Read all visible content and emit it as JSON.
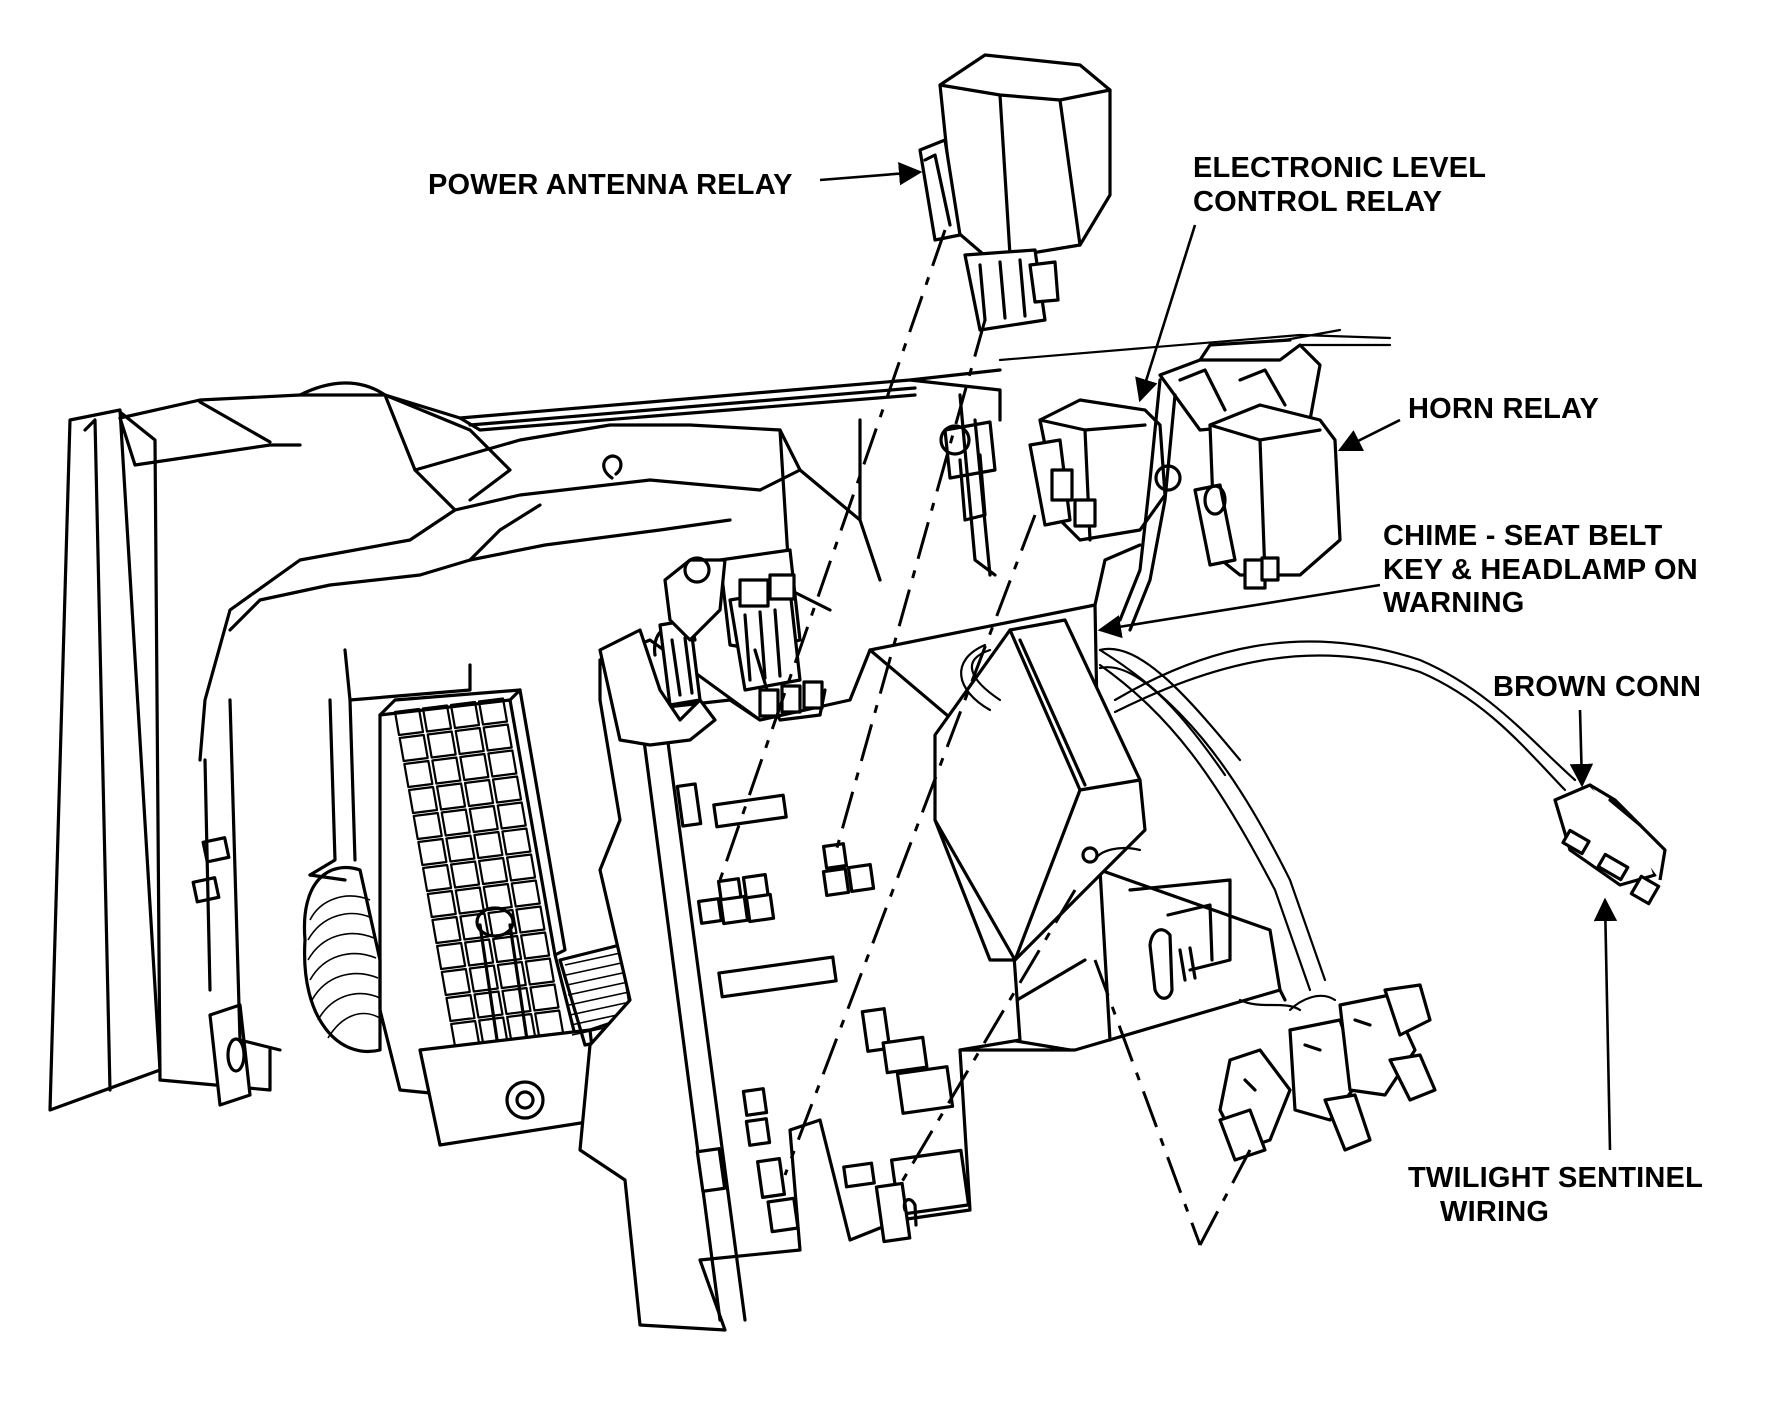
{
  "labels": {
    "power_antenna_relay": "POWER ANTENNA RELAY",
    "elc_relay_line1": "ELECTRONIC LEVEL",
    "elc_relay_line2": "CONTROL RELAY",
    "horn_relay": "HORN RELAY",
    "chime_line1": "CHIME - SEAT BELT",
    "chime_line2": "KEY & HEADLAMP ON",
    "chime_line3": "WARNING",
    "brown_conn": "BROWN CONN",
    "twilight_line1": "TWILIGHT SENTINEL",
    "twilight_line2": "WIRING"
  }
}
